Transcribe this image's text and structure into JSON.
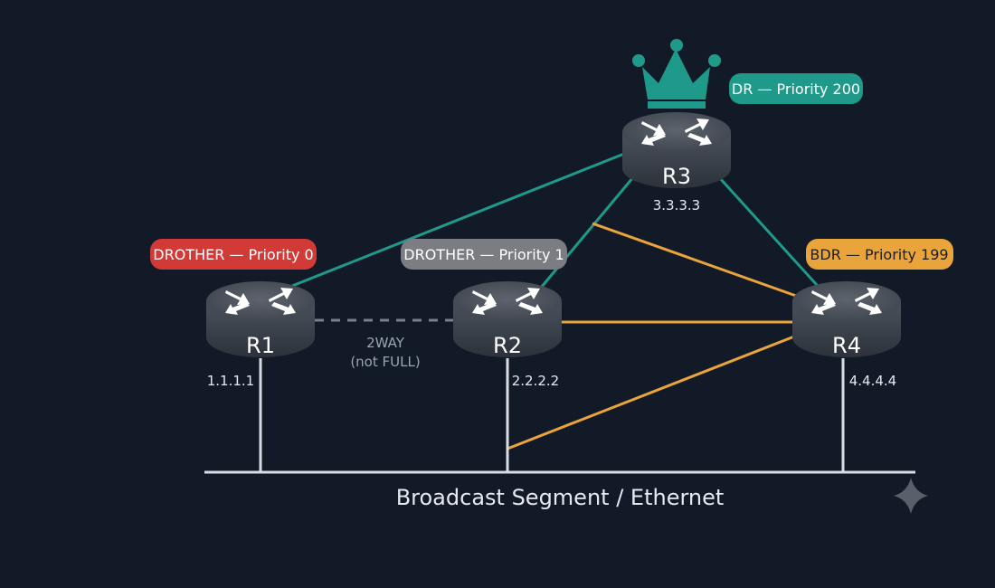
{
  "colors": {
    "background": "#131a27",
    "dr": "#1f9a8a",
    "bdr": "#e9a53b",
    "drother_zero": "#d23a37",
    "drother_one": "#7b7d82",
    "link_dr": "#1f9a8a",
    "link_bdr": "#e9a53b",
    "link_2way": "#7a808a",
    "segment": "#d9dde3"
  },
  "routers": {
    "r1": {
      "name": "R1",
      "ip": "1.1.1.1",
      "role_label": "DROTHER — Priority 0",
      "icon": "router-icon"
    },
    "r2": {
      "name": "R2",
      "ip": "2.2.2.2",
      "role_label": "DROTHER — Priority 1",
      "icon": "router-icon"
    },
    "r3": {
      "name": "R3",
      "ip": "3.3.3.3",
      "role_label": "DR — Priority 200",
      "icon": "router-icon",
      "crown_icon": "crown-icon"
    },
    "r4": {
      "name": "R4",
      "ip": "4.4.4.4",
      "role_label": "BDR — Priority 199",
      "icon": "router-icon"
    }
  },
  "links": {
    "two_way_label_line1": "2WAY",
    "two_way_label_line2": "(not FULL)"
  },
  "segment": {
    "label": "Broadcast Segment / Ethernet"
  },
  "decor": {
    "corner_icon": "sparkle-icon"
  }
}
